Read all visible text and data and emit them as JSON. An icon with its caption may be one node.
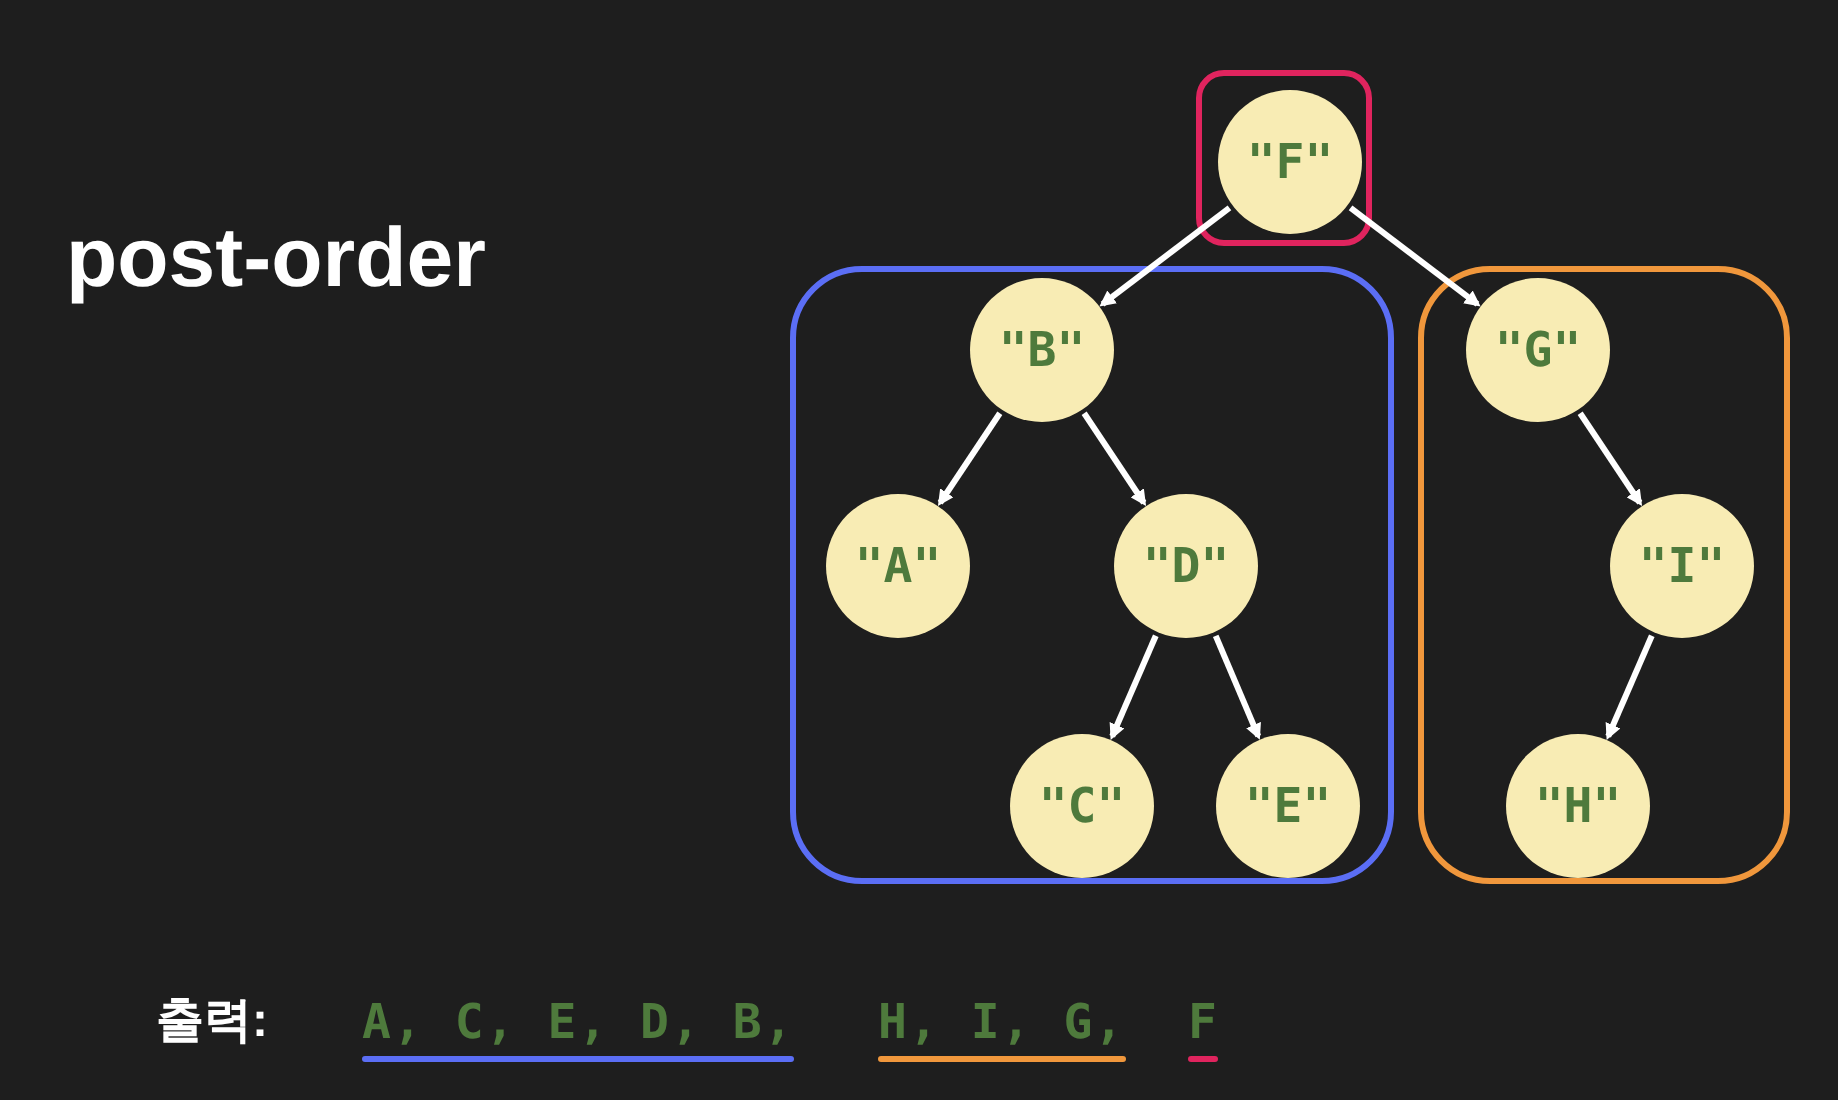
{
  "diagram": {
    "title": "post-order",
    "nodes": [
      {
        "text": [],
        "shape": "box"
      },
      {
        "text": [
          "\"F\""
        ],
        "in": 0
      },
      {
        "text": [],
        "shape": "box"
      },
      {
        "text": [
          "\"B\""
        ],
        "in": 2
      },
      {
        "text": [
          "\"A\""
        ],
        "in": 2
      },
      {
        "text": [
          "\"D\""
        ],
        "in": 2
      },
      {
        "text": [
          "\"C\""
        ],
        "in": 2
      },
      {
        "text": [
          "\"E\""
        ],
        "in": 2
      },
      {
        "text": [],
        "shape": "box"
      },
      {
        "text": [
          "\"G\""
        ],
        "in": 8
      },
      {
        "text": [
          "\"I\""
        ],
        "in": 8
      },
      {
        "text": [
          "\"H\""
        ],
        "in": 8
      }
    ],
    "edges": [
      {
        "from": 1,
        "to": 3,
        "arrow": "to"
      },
      {
        "from": 1,
        "to": 9,
        "arrow": "to"
      },
      {
        "from": 3,
        "to": 4,
        "arrow": "to"
      },
      {
        "from": 3,
        "to": 5,
        "arrow": "to"
      },
      {
        "from": 5,
        "to": 6,
        "arrow": "to"
      },
      {
        "from": 5,
        "to": 7,
        "arrow": "to"
      },
      {
        "from": 9,
        "to": 10,
        "arrow": "to"
      },
      {
        "from": 10,
        "to": 11,
        "arrow": "to"
      }
    ],
    "labels": [
      "출력:",
      "A, C, E, D, B,",
      "H, I, G,",
      "F"
    ]
  }
}
